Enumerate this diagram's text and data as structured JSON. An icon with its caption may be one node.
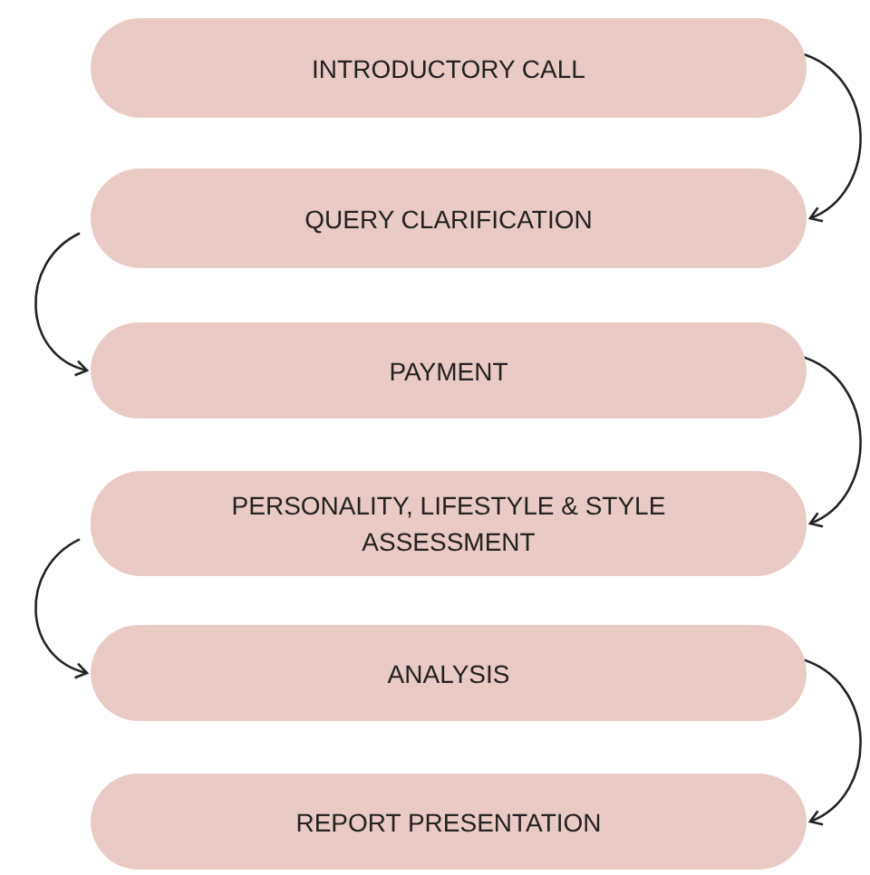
{
  "diagram": {
    "nodes": [
      {
        "text": [
          "INTRODUCTORY CALL"
        ]
      },
      {
        "text": [
          "QUERY CLARIFICATION"
        ]
      },
      {
        "text": [
          "PAYMENT"
        ]
      },
      {
        "text": [
          "PERSONALITY, LIFESTYLE & STYLE ASSESSMENT"
        ]
      },
      {
        "text": [
          "ANALYSIS"
        ]
      },
      {
        "text": [
          "REPORT PRESENTATION"
        ]
      }
    ],
    "edges": [
      {
        "from": 0,
        "to": 1,
        "arrow": "to"
      },
      {
        "from": 1,
        "to": 2,
        "arrow": "to"
      },
      {
        "from": 2,
        "to": 3,
        "arrow": "to"
      },
      {
        "from": 3,
        "to": 4,
        "arrow": "to"
      },
      {
        "from": 4,
        "to": 5,
        "arrow": "to"
      }
    ]
  }
}
